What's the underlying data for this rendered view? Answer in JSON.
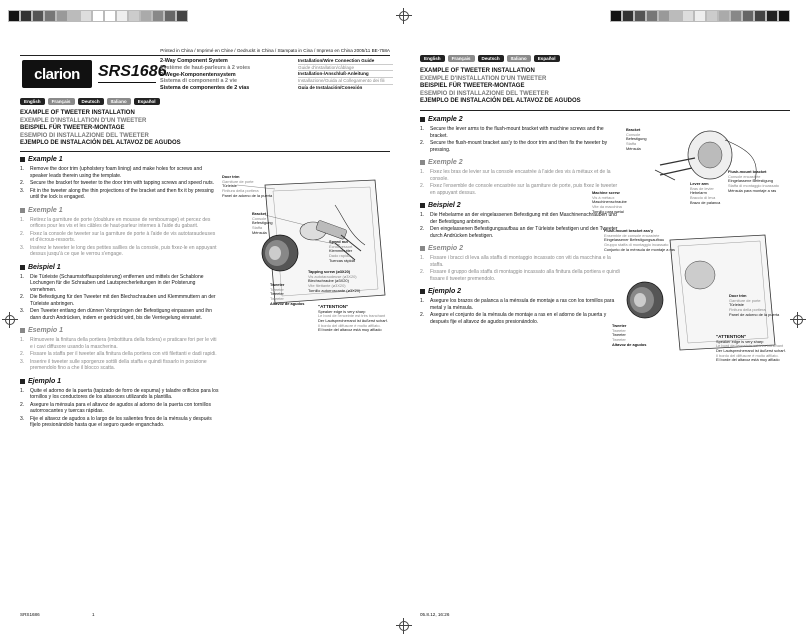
{
  "header": {
    "printed": "Printed in China / Imprimé en Chine / Gedruckt in China / Stampato in Cina / Impreso en China    2005/11  BE-758A",
    "brand": "clarion",
    "model": "SRS1686",
    "titles": [
      "2-Way Component System",
      "Système de haut-parleurs à 2 voies",
      "2-Wege-Komponentensystem",
      "Sistema di componenti a 2 vie",
      "Sistema de componentes de 2 vías"
    ],
    "guides": [
      "Installation/Wire Connection Guide",
      "Guide d'installation/câblage",
      "Installation-/Anschluß-Anleitung",
      "Installazione/Guida al Collegamento dei fili",
      "Guía de Instalación/Conexión"
    ]
  },
  "languages": [
    "English",
    "Français",
    "Deutsch",
    "Italiano",
    "Español"
  ],
  "section_titles": [
    "EXAMPLE OF TWEETER INSTALLATION",
    "EXEMPLE D'INSTALLATION D'UN TWEETER",
    "BEISPIEL FÜR TWEETER-MONTAGE",
    "ESEMPIO DI INSTALLAZIONE DEL TWEETER",
    "EJEMPLO DE INSTALACIÓN DEL ALTAVOZ DE AGUDOS"
  ],
  "left": {
    "blocks": [
      {
        "head": "Example 1",
        "gray": false,
        "items": [
          "Remove the door trim (upholstery foam lining) and make holes for screws and speaker leads therein using the template.",
          "Secure the bracket for tweeter to the door trim with tapping screws and speed nuts.",
          "Fit in the tweeter along the thin projections of the bracket and then fix it by pressing until the lock is engaged."
        ]
      },
      {
        "head": "Exemple 1",
        "gray": true,
        "items": [
          "Retirez la garniture de porte (doublure en mousse de rembourrage) et percez des orifices pour les vis et les câbles de haut-parleur internes à l'aide du gabarit.",
          "Fixez la console de tweeter sur la garniture de porte à l'aide de vis autotaraudeuses et d'écrous-ressorts.",
          "Insérez le tweeter le long des petites saillies de la console, puis fixez-le en appuyant dessus jusqu'à ce que le verrou s'engage."
        ]
      },
      {
        "head": "Beispiel 1",
        "gray": false,
        "items": [
          "Die Türleiste (Schaumstoffauspolsterung) entfernen und mittels der Schablone Lochungen für die Schrauben und Lautsprecherleitungen in der Polsterung vornehmen.",
          "Die Befestigung für den Tweeter mit den Blechschrauben und Klemmmuttern an der Türleiste anbringen.",
          "Den Tweeter entlang den dünnen Vorsprüngen der Befestigung einpassen und ihn dann durch Andrücken, indem er gedrückt wird, bis die Verriegelung einrastet."
        ]
      },
      {
        "head": "Esempio 1",
        "gray": true,
        "items": [
          "Rimuovere la finitura della portiera (imbottitura della fodera) e praticare fori per le viti e i cavi diffusore usando la mascherina.",
          "Fissare la staffa per il tweeter alla finitura della portiera con viti filettanti e dadi rapidi.",
          "Inserire il tweeter sulle sporgenze sottili della staffa e quindi fissarlo in posizione premendolo fino a che il blocco scatta."
        ]
      },
      {
        "head": "Ejemplo 1",
        "gray": false,
        "items": [
          "Quite el adorno de la puerta (tapizado de forro de espuma) y taladre orificios para los tornillos y los conductores de los altavoces utilizando la plantilla.",
          "Asegure la ménsula para el altavoz de agudos al adorno de la puerta con tornillos autorroscantes y tuercas rápidas.",
          "Fije el altavoz de agudos a lo largo de los salientes finos de la ménsula y después fíjelo presionándolo hasta que el seguro quede enganchado."
        ]
      }
    ],
    "diagram": {
      "door_trim": [
        "Door trim",
        "Garniture de porte",
        "Türleiste",
        "Finitura della portiera",
        "Panel de adorno de la puerta"
      ],
      "bracket": [
        "Bracket",
        "Console",
        "Befestigung",
        "Staffa",
        "Ménsula"
      ],
      "speed_nut": [
        "Speed nut",
        "Écrou-ressort",
        "Klemmmutter",
        "Dado rapido",
        "Tuercas rápida"
      ],
      "tapping": [
        "Tapping screw (ø3X20)",
        "Vis autotaraudeuse (ø3X20)",
        "Blechschraube (ø3X20)",
        "Vite filettante (ø3X20)",
        "Tornillo autorroscante (ø3X20)"
      ],
      "tweeter": [
        "Tweeter",
        "Tweeter",
        "Tweeter",
        "Tweeter",
        "Altavoz de agudos"
      ],
      "attention": [
        "\"ATTENTION\"",
        "Speaker edge is very sharp",
        "Le bord de l'enceinte est très tranchant",
        "Der Lautsprecherrand ist äußerst scharf.",
        "Il bordo del diffusore è molto affilato.",
        "El borde del altavoz está muy afilado"
      ]
    }
  },
  "right": {
    "blocks": [
      {
        "head": "Example 2",
        "gray": false,
        "items": [
          "Secure the lever arms to the flush-mount bracket with machine screws and the bracket.",
          "Secure the flush-mount bracket ass'y to the door trim and then fix the tweeter by pressing."
        ]
      },
      {
        "head": "Exemple 2",
        "gray": true,
        "items": [
          "Fixez les bras de levier sur la console encastrée à l'aide des vis à métaux et de la console.",
          "Fixez l'ensemble de console encastrée sur la garniture de porte, puis fixez le tweeter en appuyant dessus."
        ]
      },
      {
        "head": "Beispiel 2",
        "gray": false,
        "items": [
          "Die Hebelarme an der eingelassenen Befestigung mit den Maschinenschrauben und der Befestigung anbringen.",
          "Den eingelassenen Befestigungsaufbau an der Türleiste befestigen und den Tweeter durch Andrücken befestigen."
        ]
      },
      {
        "head": "Esempio 2",
        "gray": true,
        "items": [
          "Fissare i bracci di leva alla staffa di montaggio incassato con viti da macchina e la staffa.",
          "Fissare il gruppo della staffa di montaggio incassato alla finitura della portiera e quindi fissare il tweeter premendolo."
        ]
      },
      {
        "head": "Ejemplo 2",
        "gray": false,
        "items": [
          "Asegure los brazos de palanca a la ménsula de montaje a ras con los tornillos para metal y la ménsula.",
          "Asegure el conjunto de la ménsula de montaje a ras en el adorno de la puerta y después fije el altavoz de agudos presionándolo."
        ]
      }
    ],
    "diagram": {
      "bracket": [
        "Bracket",
        "Console",
        "Befestigung",
        "Staffa",
        "Ménsula"
      ],
      "flush_mount": [
        "Flush-mount bracket",
        "Console encastrée",
        "Eingelassene Befestigung",
        "Staffa di montaggio incassato",
        "Ménsula para montaje a ras"
      ],
      "lever_arm": [
        "Lever arm",
        "Bras de levier",
        "Hebelarm",
        "Braccio di leva",
        "Brazo de palanca"
      ],
      "machine_screw": [
        "Machine screw",
        "Vis à métaux",
        "Maschinenschraube",
        "Vite da macchina",
        "Tornillo para metal"
      ],
      "flush_assy": [
        "Flush-mount bracket ass'y",
        "Ensemble de console encastrée",
        "Eingelassener Befestigungsaufbau",
        "Gruppo staffa di montaggio incassato",
        "Conjunto de la ménsula de montaje a ras"
      ],
      "door_trim": [
        "Door trim",
        "Garniture de porte",
        "Türleiste",
        "Finitura della portiera",
        "Panel de adorno de la puerta"
      ],
      "tweeter": [
        "Tweeter",
        "Tweeter",
        "Tweeter",
        "Tweeter",
        "Altavoz de agudos"
      ],
      "attention": [
        "\"ATTENTION\"",
        "Speaker edge is very sharp",
        "Le bord de l'enceinte est très tranchant",
        "Der Lautsprecherrand ist äußerst scharf.",
        "Il bordo del diffusore è molto affilato.",
        "El borde del altavoz está muy afilado"
      ]
    }
  },
  "footer": {
    "left": "SRS1686",
    "page": "1",
    "right": "05.8.12, 16:26"
  },
  "colors": {
    "ink": "#111111",
    "gray": "#888888"
  }
}
